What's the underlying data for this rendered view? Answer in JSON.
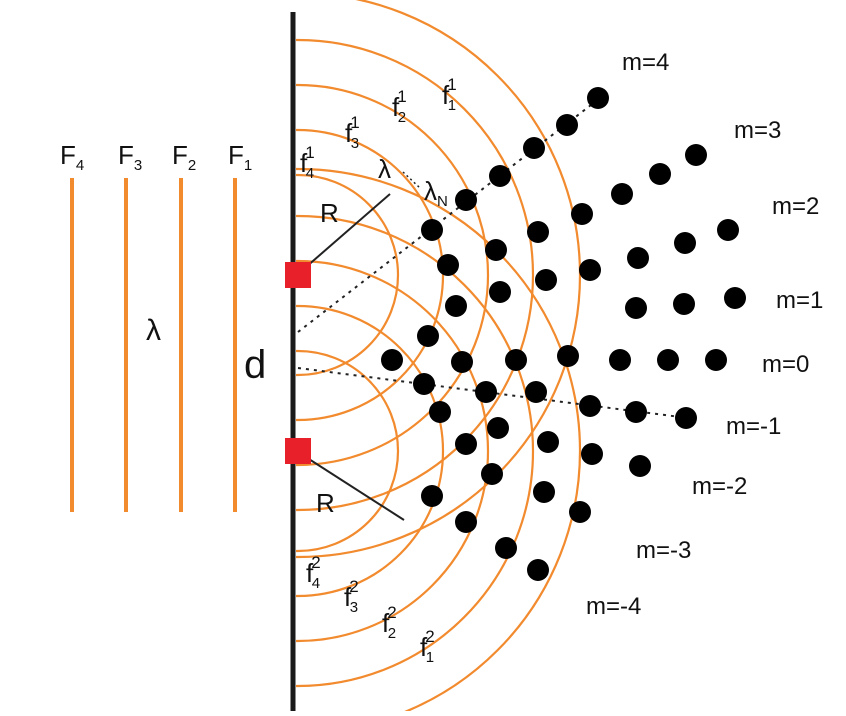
{
  "colors": {
    "wave": "#f28a2e",
    "barrier": "#1a1a1a",
    "slit": "#e8202a",
    "dot": "#000000",
    "text": "#111111"
  },
  "labels": {
    "F4": "F",
    "F4_sub": "4",
    "F3": "F",
    "F3_sub": "3",
    "F2": "F",
    "F2_sub": "2",
    "F1": "F",
    "F1_sub": "1",
    "lambda_incident": "λ",
    "d": "d",
    "R_top": "R",
    "R_bottom": "R",
    "lambda_top": "λ",
    "lambda_n": "λ",
    "lambda_n_sub": "N",
    "f_letter": "f",
    "sup1": "1",
    "sup2": "2",
    "sub1": "1",
    "sub2": "2",
    "sub3": "3",
    "sub4": "4"
  },
  "orders": [
    "m=4",
    "m=3",
    "m=2",
    "m=1",
    "m=0",
    "m=-1",
    "m=-2",
    "m=-3",
    "m=-4"
  ]
}
